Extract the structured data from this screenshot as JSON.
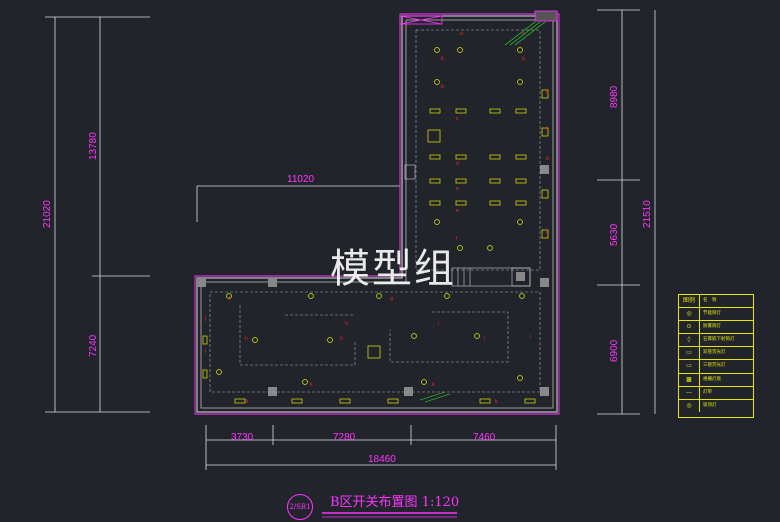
{
  "watermark": "模型组",
  "title": "B区开关布置图 1:120",
  "sheet_no": "2/SR1",
  "dimensions": {
    "left_total": "21020",
    "left_upper": "13780",
    "left_lower": "7240",
    "top_span": "11020",
    "right_top": "8980",
    "right_mid": "5630",
    "right_bottom": "6900",
    "right_total": "21510",
    "bottom_a": "3730",
    "bottom_b": "7280",
    "bottom_c": "7460",
    "bottom_total": "18460"
  },
  "legend": {
    "header": [
      "图例",
      "名　称"
    ],
    "rows": [
      {
        "symbol": "◎",
        "label": "节能筒灯"
      },
      {
        "symbol": "⊙",
        "label": "防雾筒灯"
      },
      {
        "symbol": "◊",
        "label": "石膏嵌下射筒灯"
      },
      {
        "symbol": "▭",
        "label": "双管荧光灯"
      },
      {
        "symbol": "▭",
        "label": "三管荧光灯"
      },
      {
        "symbol": "▩",
        "label": "格栅灯盘"
      },
      {
        "symbol": "—",
        "label": "灯带"
      },
      {
        "symbol": "◎",
        "label": "吸顶灯"
      }
    ]
  }
}
